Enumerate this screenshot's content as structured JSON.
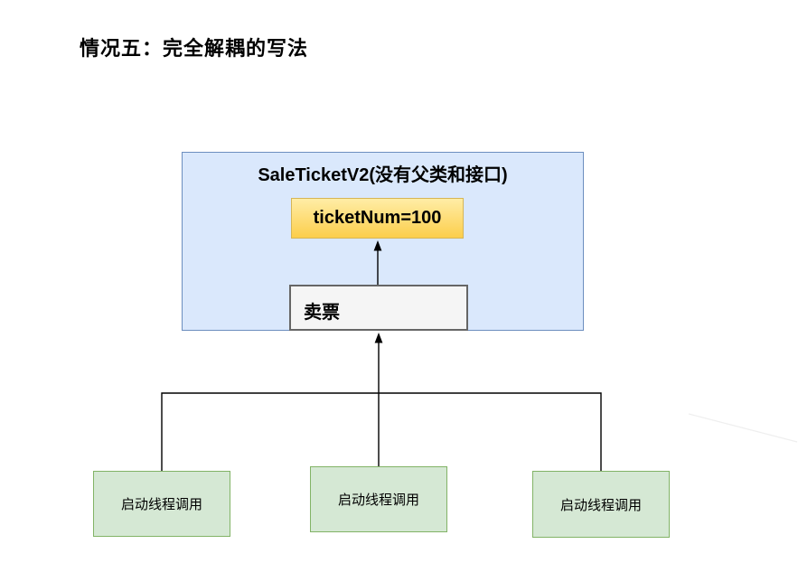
{
  "page": {
    "title": "情况五：完全解耦的写法",
    "background_color": "#ffffff"
  },
  "diagram": {
    "class_box": {
      "title": "SaleTicketV2(没有父类和接口)",
      "fill_color": "#dae8fc",
      "border_color": "#6c8ebf"
    },
    "field_box": {
      "label": "ticketNum=100",
      "fill_top_color": "#ffeda6",
      "fill_bottom_color": "#fcce4b",
      "border_color": "#d6b656"
    },
    "method_box": {
      "label": "卖票",
      "fill_color": "#f5f5f5",
      "border_color": "#666666"
    },
    "thread_boxes": [
      {
        "label": "启动线程调用"
      },
      {
        "label": "启动线程调用"
      },
      {
        "label": "启动线程调用"
      }
    ],
    "thread_box_style": {
      "fill_color": "#d5e8d4",
      "border_color": "#82b366"
    },
    "connector_color": "#000000"
  }
}
